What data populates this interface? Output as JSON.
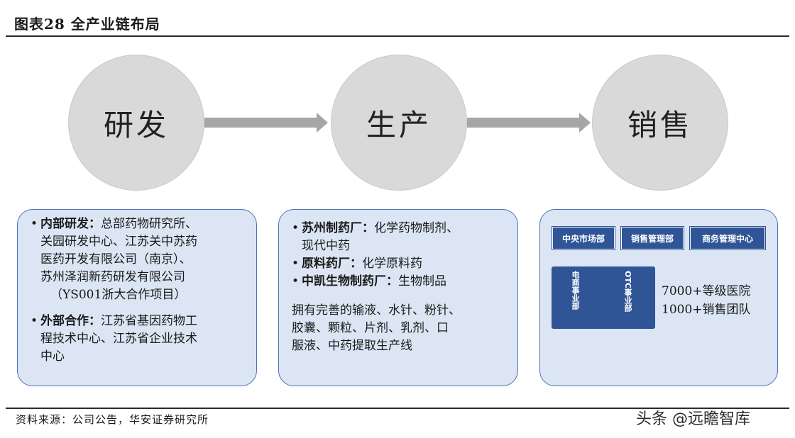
{
  "title": "图表28 全产业链布局",
  "stages": [
    "研发",
    "生产",
    "销售"
  ],
  "rd": {
    "internal_label": "内部研发：",
    "internal_lines": [
      "总部药物研究所、",
      "关园研发中心、江苏关中苏药",
      "医药开发有限公司（南京）、",
      "苏州泽润新药研发有限公司"
    ],
    "internal_project": "（YS001浙大合作项目）",
    "external_label": "外部合作：",
    "external_lines": [
      "江苏省基因药物工",
      "程技术中心、江苏省企业技术",
      "中心"
    ]
  },
  "production": {
    "f1_label": "苏州制药厂：",
    "f1_lines": [
      "化学药物制剂、",
      "现代中药"
    ],
    "f2_label": "原料药厂：",
    "f2_text": "化学原料药",
    "f3_label": "中凯生物制药厂：",
    "f3_text": "生物制品",
    "summary_lines": [
      "拥有完善的输液、水针、粉针、",
      "胶囊、颗粒、片剂、乳剂、口",
      "服液、中药提取生产线"
    ]
  },
  "sales": {
    "tags": [
      "中央市场部",
      "销售管理部",
      "商务管理中心"
    ],
    "depts": [
      "电商事业部",
      "OTC事业部"
    ],
    "stats": [
      "7000+等级医院",
      "1000+销售团队"
    ]
  },
  "source": "资料来源：公司公告，华安证券研究所",
  "watermark": "头条 @远瞻智库",
  "colors": {
    "circle": "#d9d9d9",
    "arrow": "#a6a6a6",
    "box_fill": "#dbe5f3",
    "box_border": "#4a73b5",
    "tag_fill": "#2f5597"
  }
}
